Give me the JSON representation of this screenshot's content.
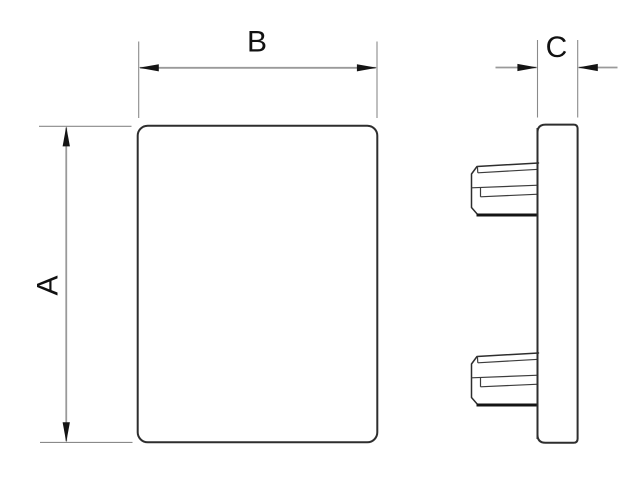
{
  "drawing": {
    "labels": {
      "a": "A",
      "b": "B",
      "c": "C"
    }
  },
  "colors": {
    "background": "#ffffff",
    "outline": "#2e2e2e",
    "inner_line": "#3c3c3c",
    "shadow_line": "#141414",
    "dimension_line": "#9a9a9a",
    "extension_line": "#8a8a8a",
    "arrow": "#141414",
    "label": "#111111"
  }
}
